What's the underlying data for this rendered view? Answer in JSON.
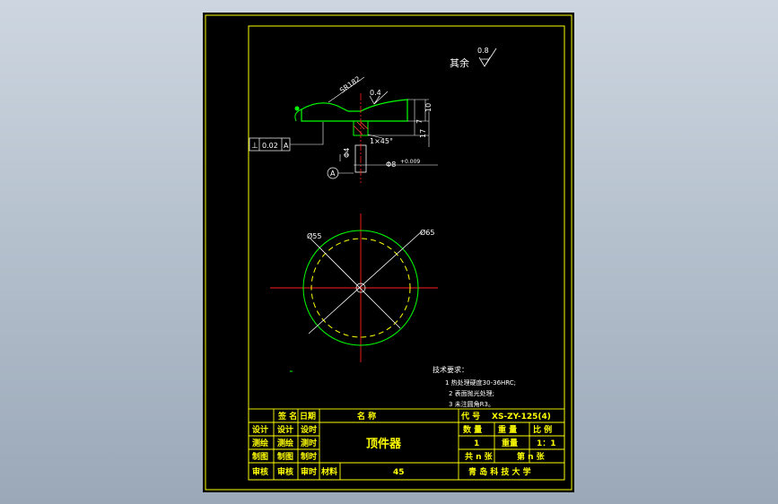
{
  "roughness_other": {
    "prefix": "其余",
    "value": "0.8"
  },
  "dimensions": {
    "sphere_radius": "SR182",
    "roughness_top": "0.4",
    "height_10": "10",
    "height_7": "7",
    "height_17": "17",
    "chamfer": "1×45°",
    "pin_diameter": "Φ8",
    "pin_tolerance": "+0.009",
    "small_dia": "Φ4",
    "dia_55": "Ø55",
    "dia_65": "Ø65"
  },
  "tolerance_frame": {
    "symbol": "⊥",
    "value": "0.02",
    "datum": "A"
  },
  "datum_label": "A",
  "tech_requirements": {
    "title": "技术要求：",
    "items": [
      "1  热处理硬度30-36HRC;",
      "2  表面抛光处理;",
      "3  未注圆角R3。"
    ]
  },
  "title_block": {
    "hdr_sign": "签  名",
    "hdr_date": "日期",
    "name_label": "名          称",
    "code_label": "代 号",
    "code_value": "XS-ZY-125(4)",
    "part_name": "顶件器",
    "qty_hdr": "数 量",
    "weight_hdr": "重 量",
    "scale_hdr": "比 例",
    "qty": "1",
    "weight": "重量",
    "scale": "1：1",
    "sheets_total": "共 n 张",
    "sheet_no": "第 n 张",
    "material_label": "材料",
    "material": "45",
    "school": "青 岛 科 技 大 学",
    "rows": [
      [
        "设计",
        "设计",
        "设时"
      ],
      [
        "测绘",
        "测绘",
        "测时"
      ],
      [
        "制图",
        "制图",
        "制时"
      ],
      [
        "审核",
        "审核",
        "审时"
      ]
    ]
  }
}
